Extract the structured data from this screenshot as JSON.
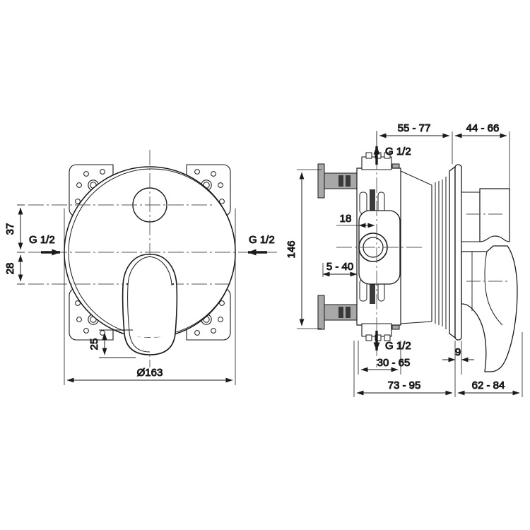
{
  "drawing": {
    "type": "technical-dimension-drawing",
    "subject": "concealed single-lever bath/shower mixer with built-in body",
    "line_color": "#1a1a1a",
    "fill_light": "#d0d0d0",
    "fill_mid": "#a8a8a8",
    "fill_dark": "#3a3a3a",
    "background": "#ffffff"
  },
  "front_view": {
    "name": "front-elevation",
    "diameter_label": "Ø163",
    "vertical_dims": [
      {
        "id": "dim-37",
        "value": "37"
      },
      {
        "id": "dim-28",
        "value": "28"
      },
      {
        "id": "dim-25",
        "value": "25"
      }
    ],
    "thread_labels": {
      "left": "G 1/2",
      "right": "G 1/2"
    }
  },
  "section_view": {
    "name": "side-section",
    "thread_labels": {
      "top": "G 1/2",
      "bottom": "G 1/2"
    },
    "top_dims": [
      {
        "id": "dim-55-77",
        "value": "55 - 77"
      },
      {
        "id": "dim-44-66",
        "value": "44 - 66"
      }
    ],
    "bottom_dims": [
      {
        "id": "dim-30-65",
        "value": "30 - 65"
      },
      {
        "id": "dim-9",
        "value": "9"
      },
      {
        "id": "dim-73-95",
        "value": "73 - 95"
      },
      {
        "id": "dim-62-84",
        "value": "62 - 84"
      }
    ],
    "inner_dims": [
      {
        "id": "dim-146",
        "value": "146"
      },
      {
        "id": "dim-18",
        "value": "18"
      },
      {
        "id": "dim-5-40",
        "value": "5 - 40"
      }
    ]
  }
}
